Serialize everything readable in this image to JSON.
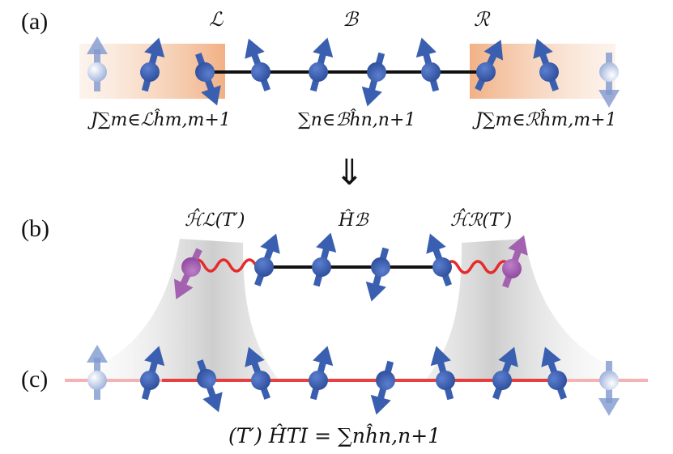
{
  "panels": {
    "a": "(a)",
    "b": "(b)",
    "c": "(c)"
  },
  "regions": {
    "left": "ℒ",
    "bulk": "ℬ",
    "right": "ℛ"
  },
  "hamiltonians": {
    "left_coupling": "J∑m∈ℒĥm,m+1",
    "bulk_sum": "∑n∈ℬĥn,n+1",
    "right_coupling": "J∑m∈ℛĥm,m+1",
    "left_effective": "ℋ̂ℒ(T′)",
    "bulk_effective": "Ĥℬ",
    "right_effective": "ℋ̂ℛ(T′)",
    "total": "(T′) ĤTI = ∑nĥn,n+1"
  },
  "arrow": "⇓",
  "colors": {
    "spin": "#3a5fb0",
    "spin_light": "#8fa6d6",
    "spin_purple": "#a262b0",
    "chain_red": "#e52b2b",
    "chain_black": "#111111",
    "shade": "#f2b68e"
  }
}
